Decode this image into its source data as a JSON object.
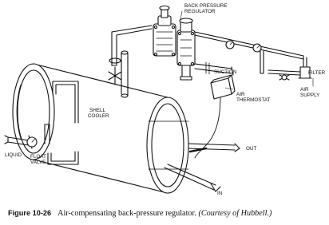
{
  "labels": {
    "back_pressure_regulator_line1": "BACK PRESSURE",
    "back_pressure_regulator_line2": "REGULATOR",
    "suction": "SUCTION",
    "air_thermostat_line1": "AIR",
    "air_thermostat_line2": "THERMOSTAT",
    "filter": "FILTER",
    "air_supply_line1": "AIR",
    "air_supply_line2": "SUPPLY",
    "shell_cooler_line1": "SHELL",
    "shell_cooler_line2": "COOLER",
    "liquid": "LIQUID",
    "float_valve_line1": "FLOAT",
    "float_valve_line2": "VALVE",
    "out": "OUT",
    "in": "IN"
  },
  "caption": {
    "figure_number": "Figure 10-26",
    "text": "Air-compensating back-pressure regulator.",
    "courtesy": "(Courtesy of Hubbell.)"
  }
}
